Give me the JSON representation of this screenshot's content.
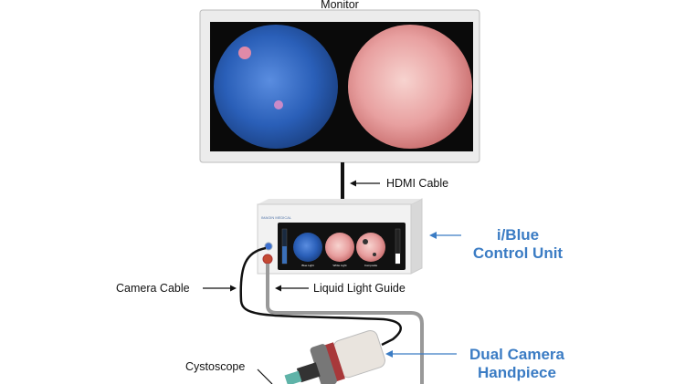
{
  "title": "Monitor",
  "labels": {
    "hdmi": "HDMI Cable",
    "control_unit_line1": "i/Blue",
    "control_unit_line2": "Control Unit",
    "camera_cable": "Camera Cable",
    "light_guide": "Liquid Light Guide",
    "handpiece_line1": "Dual Camera",
    "handpiece_line2": "Handpiece",
    "cystoscope": "Cystoscope"
  },
  "control_unit": {
    "brand": "IMAGIN MEDICAL",
    "modes": [
      "Blue Light",
      "White Light",
      "Composite"
    ]
  },
  "colors": {
    "accent": "#3b7cc4",
    "blue_view": "#2a5fb8",
    "white_view": "#e8a0a0"
  }
}
